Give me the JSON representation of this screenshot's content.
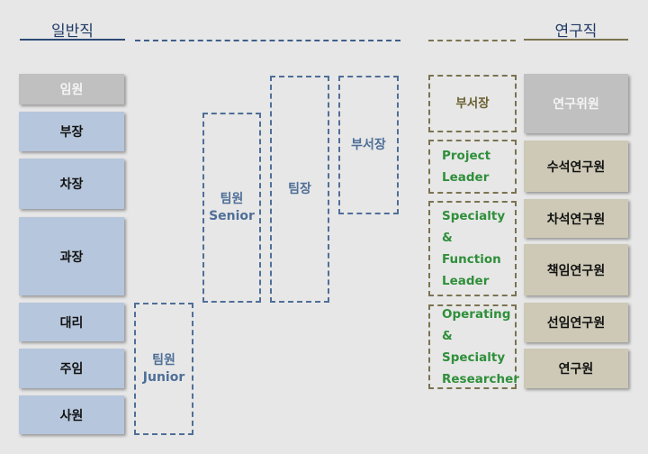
{
  "headers": {
    "general": "일반직",
    "research": "연구직"
  },
  "colors": {
    "general_header_line": "#2e4a74",
    "general_dashed_line": "#3f5f8a",
    "research_header_line": "#7a7350",
    "blue_box": "#b6c6dc",
    "gray_box": "#c0c0c0",
    "tan_box": "#cdc9b6",
    "green_text": "#2f8f3a"
  },
  "general_ranks": [
    "임원",
    "부장",
    "차장",
    "과장",
    "대리",
    "주임",
    "사원"
  ],
  "general_roles": {
    "team_member_junior": "팀원\nJunior",
    "team_member_senior": "팀원\nSenior",
    "team_leader": "팀장",
    "department_head": "부서장"
  },
  "research_roles": {
    "department_head": "부서장",
    "project_leader": "Project\nLeader",
    "specialty_function_leader": "Specialty\n& Function\nLeader",
    "operating_specialty_researcher": "Operating\n& Specialty\nResearcher"
  },
  "research_ranks": [
    "연구위원",
    "수석연구원",
    "차석연구원",
    "책임연구원",
    "선임연구원",
    "연구원"
  ]
}
